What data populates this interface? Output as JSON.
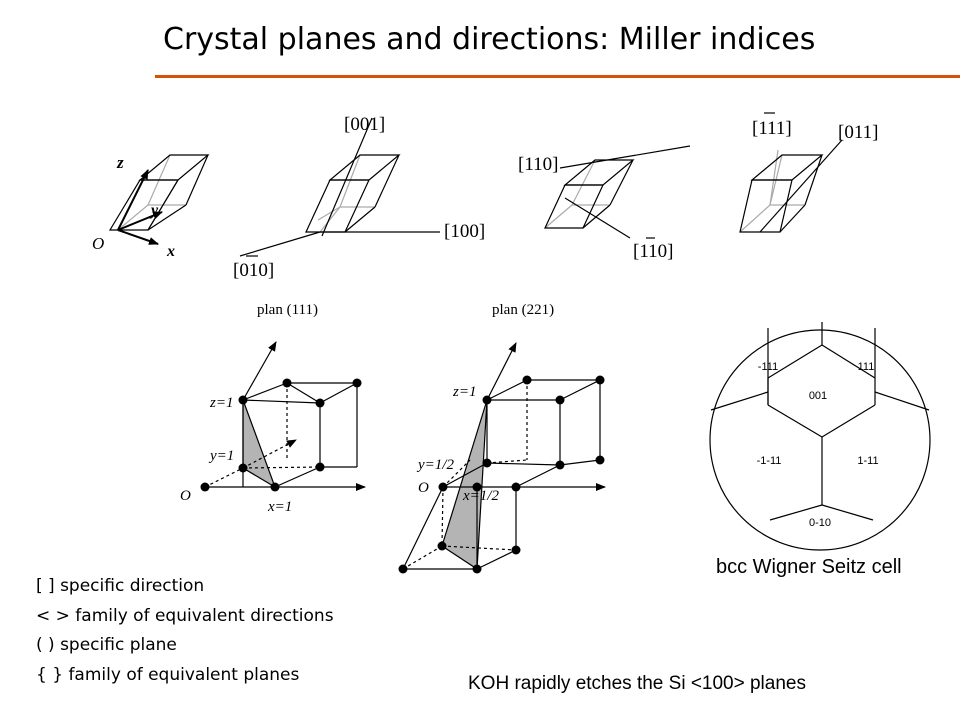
{
  "title": "Crystal planes and directions: Miller indices",
  "colors": {
    "title_rule": "#d35400",
    "plane_fill": "#b4b4b4",
    "gray_line": "#aaaaaa"
  },
  "top_row": {
    "axes_cell": {
      "z": "z",
      "y": "y",
      "x": "x",
      "origin": "O"
    },
    "cell2": {
      "dir_001": "[001]",
      "dir_100": "[100]",
      "dir_010": "[010]"
    },
    "cell3": {
      "dir_110": "[110]",
      "dir_m110": "[110]"
    },
    "cell4": {
      "dir_m111": "[111]",
      "dir_011": "[011]"
    }
  },
  "plane_111": {
    "caption": "plan (111)",
    "z": "z=1",
    "y": "y=1",
    "x": "x=1",
    "origin": "O"
  },
  "plane_221": {
    "caption": "plan (221)",
    "z": "z=1",
    "y": "y=1/2",
    "x": "x=1/2",
    "origin": "O"
  },
  "wigner_seitz": {
    "faces": [
      "-111",
      "111",
      "001",
      "-1-11",
      "1-11",
      "0-10"
    ],
    "caption": "bcc Wigner Seitz cell"
  },
  "notation": [
    "[ ] specific direction",
    "< > family of equivalent directions",
    "( ) specific plane",
    "{ } family of equivalent planes"
  ],
  "koh_note": "KOH rapidly etches the Si <100> planes"
}
